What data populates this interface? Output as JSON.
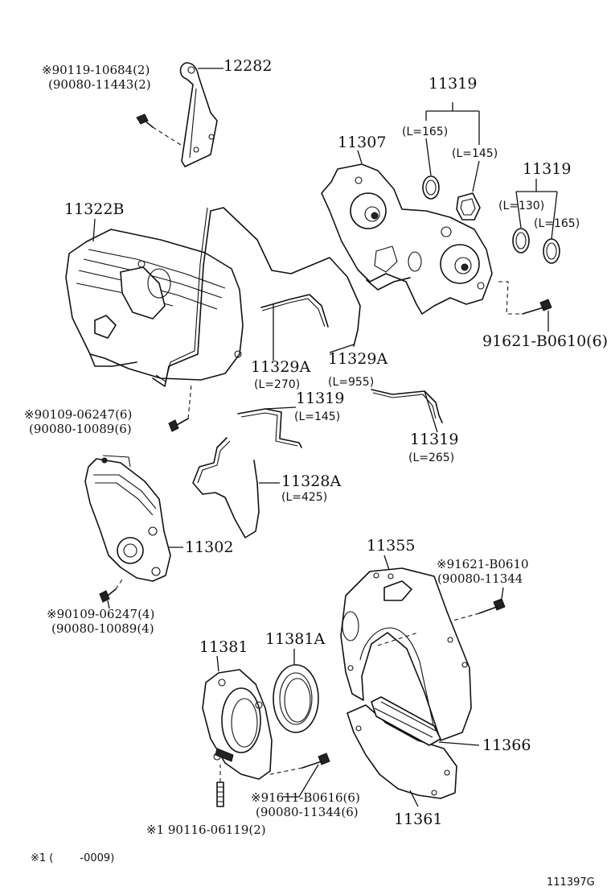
{
  "labels": {
    "p12282": "12282",
    "p12282_ref1": "※90119-10684(2)",
    "p12282_ref2": "(90080-11443(2)",
    "p11319_top": "11319",
    "p11319_top_l1": "(L=165)",
    "p11319_top_l2": "(L=145)",
    "p11307": "11307",
    "p11319_right": "11319",
    "p11319_right_l1": "(L=130)",
    "p11319_right_l2": "(L=165)",
    "p91621_right": "91621-B0610(6)",
    "p11322b": "11322B",
    "p11329a_1": "11329A",
    "p11329a_1_len": "(L=270)",
    "p11329a_2": "11329A",
    "p11329a_2_len": "(L=955)",
    "p11319_mid": "11319",
    "p11319_mid_len": "(L=145)",
    "p90109_a1": "※90109-06247(6)",
    "p90109_a2": "(90080-10089(6)",
    "p11319_low": "11319",
    "p11319_low_len": "(L=265)",
    "p11328a": "11328A",
    "p11328a_len": "(L=425)",
    "p11302": "11302",
    "p11355": "11355",
    "p91621_b1": "※91621-B0610",
    "p91621_b2": "(90080-11344",
    "p90109_b1": "※90109-06247(4)",
    "p90109_b2": "(90080-10089(4)",
    "p11381": "11381",
    "p11381a": "11381A",
    "p11366": "11366",
    "p91611_1": "※91611-B0616(6)",
    "p91611_2": "(90080-11344(6)",
    "p11361": "11361",
    "p90116": "※1 90116-06119(2)",
    "footnote": "※1 (        -0009)",
    "diagram_id": "111397G"
  }
}
